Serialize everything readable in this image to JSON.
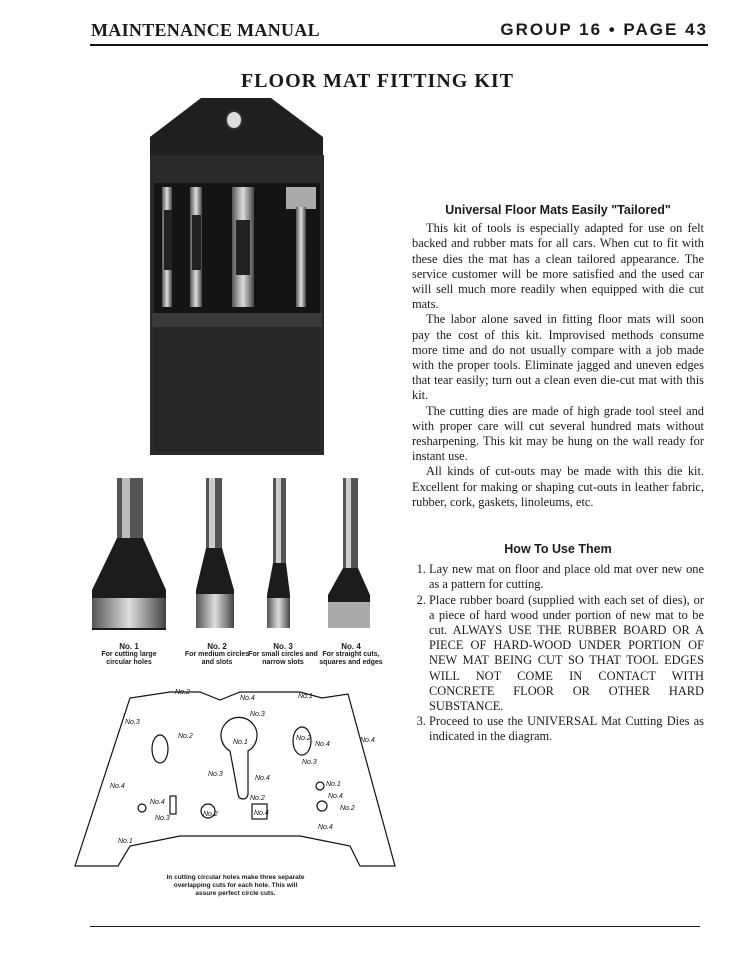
{
  "header": {
    "left": "MAINTENANCE MANUAL",
    "right": "GROUP 16 • PAGE 43"
  },
  "title": "FLOOR MAT FITTING KIT",
  "tools": [
    {
      "no": "No. 1",
      "desc": "For cutting large circular holes"
    },
    {
      "no": "No. 2",
      "desc": "For medium circles and slots"
    },
    {
      "no": "No. 3",
      "desc": "For small circles and narrow slots"
    },
    {
      "no": "No. 4",
      "desc": "For straight cuts, squares and edges"
    }
  ],
  "diagram": {
    "labels": [
      "No.2",
      "No.4",
      "No.1",
      "No.3",
      "No.3",
      "No.2",
      "No.1",
      "No.2",
      "No.4",
      "No.4",
      "No.3",
      "No.4",
      "No.3",
      "No.4",
      "No.2",
      "No.4",
      "No.1",
      "No.4",
      "No.2",
      "No.4",
      "No.3",
      "No.2",
      "No.4",
      "No.1"
    ],
    "caption": "In cutting circular holes make three separate overlapping cuts for each hole. This will assure perfect circle cuts."
  },
  "section1": {
    "heading": "Universal Floor Mats Easily \"Tailored\"",
    "paragraphs": [
      "This kit of tools is especially adapted for use on felt backed and rubber mats for all cars. When cut to fit with these dies the mat has a clean tailored appearance. The service customer will be more satisfied and the used car will sell much more readily when equipped with die cut mats.",
      "The labor alone saved in fitting floor mats will soon pay the cost of this kit. Improvised methods consume more time and do not usually compare with a job made with the proper tools. Eliminate jagged and uneven edges that tear easily; turn out a clean even die-cut mat with this kit.",
      "The cutting dies are made of high grade tool steel and with proper care will cut several hundred mats without resharpening. This kit may be hung on the wall ready for instant use.",
      "All kinds of cut-outs may be made with this die kit. Excellent for making or shaping cut-outs in leather fabric, rubber, cork, gaskets, linoleums, etc."
    ]
  },
  "section2": {
    "heading": "How To Use Them",
    "steps": [
      "Lay new mat on floor and place old mat over new one as a pattern for cutting.",
      "Place rubber board (supplied with each set of dies), or a piece of hard wood under portion of new mat to be cut. ALWAYS USE THE RUBBER BOARD OR A PIECE OF HARD-WOOD UNDER PORTION OF NEW MAT BEING CUT SO THAT TOOL EDGES WILL NOT COME IN CONTACT WITH CONCRETE FLOOR OR OTHER HARD SUBSTANCE.",
      "Proceed to use the UNIVERSAL Mat Cutting Dies as indicated in the diagram."
    ]
  },
  "colors": {
    "ink": "#1a1a1a",
    "photo_dark": "#1c1c1c"
  }
}
